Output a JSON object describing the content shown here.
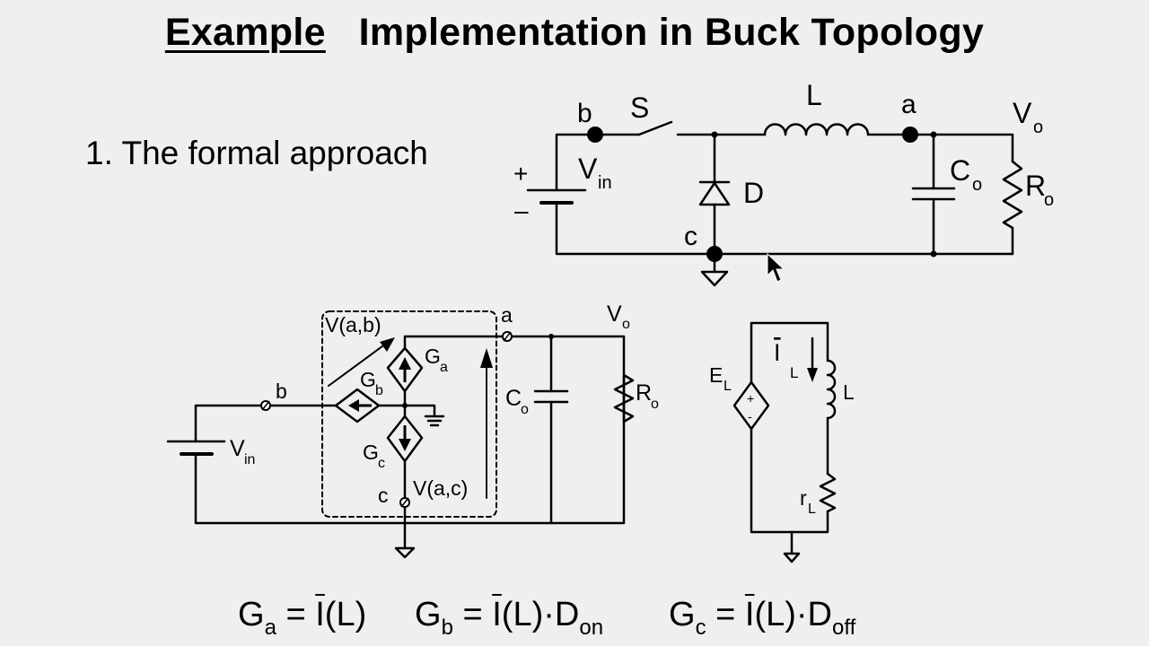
{
  "title": {
    "word1": "Example",
    "rest": "Implementation in Buck Topology"
  },
  "subtitle": "1. The formal approach",
  "top_circuit": {
    "node_b": "b",
    "node_a": "a",
    "node_c": "c",
    "switch": "S",
    "inductor": "L",
    "diode": "D",
    "vout": "V",
    "vout_sub": "o",
    "vin": "V",
    "vin_sub": "in",
    "cap": "C",
    "cap_sub": "o",
    "res": "R",
    "res_sub": "o",
    "plus": "+",
    "minus": "–"
  },
  "model_circuit": {
    "vab": "V(a,b)",
    "vac": "V(a,c)",
    "node_a": "a",
    "node_b": "b",
    "node_c": "c",
    "ga": "G",
    "ga_sub": "a",
    "gb": "G",
    "gb_sub": "b",
    "gc": "G",
    "gc_sub": "c",
    "vout": "V",
    "vout_sub": "o",
    "vin": "V",
    "vin_sub": "in",
    "cap": "C",
    "cap_sub": "o",
    "res": "R",
    "res_sub": "o"
  },
  "inductor_model": {
    "el": "E",
    "el_sub": "L",
    "il": "I",
    "il_sub": "L",
    "l": "L",
    "rl": "r",
    "rl_sub": "L",
    "plus": "+",
    "minus": "-"
  },
  "formulas": [
    {
      "g": "G",
      "g_sub": "a",
      "eq": " = ",
      "i": "I",
      "arg": "(L)",
      "tail": "",
      "tail_sub": ""
    },
    {
      "g": "G",
      "g_sub": "b",
      "eq": " = ",
      "i": "I",
      "arg": "(L)·D",
      "tail": "",
      "tail_sub": "on"
    },
    {
      "g": "G",
      "g_sub": "c",
      "eq": " = ",
      "i": "I",
      "arg": "(L)·D",
      "tail": "",
      "tail_sub": "off"
    }
  ]
}
